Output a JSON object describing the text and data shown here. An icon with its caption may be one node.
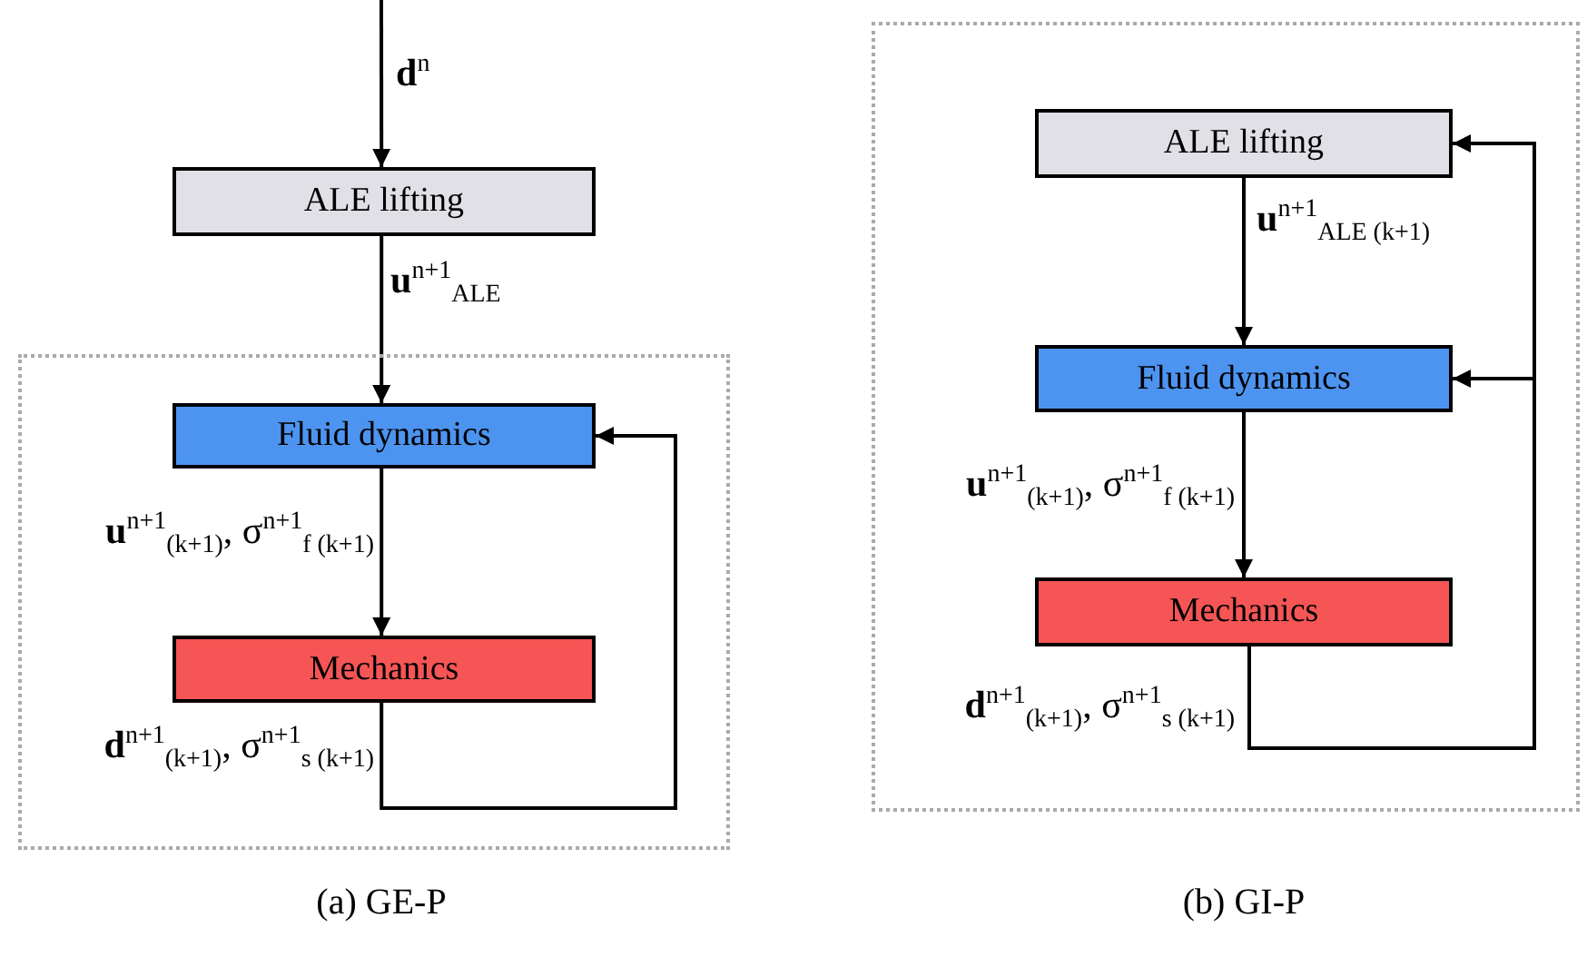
{
  "diagram": {
    "nodes": [
      {
        "text": [
          "ALE lifting"
        ]
      },
      {
        "text": [],
        "shape": "box"
      },
      {
        "text": [
          "Fluid dynamics"
        ],
        "in": 1
      },
      {
        "text": [
          "Mechanics"
        ],
        "in": 1
      },
      {
        "text": [],
        "shape": "box"
      },
      {
        "text": [
          "ALE lifting"
        ],
        "in": 4
      },
      {
        "text": [
          "Fluid dynamics"
        ],
        "in": 4
      },
      {
        "text": [
          "Mechanics"
        ],
        "in": 4
      }
    ],
    "edges": [
      {
        "from": null,
        "to": 0,
        "arrow": "to",
        "label": "**d**$^{n}$"
      },
      {
        "from": 0,
        "to": 2,
        "arrow": "to",
        "label": "**u**$^{n+1}$$_{ALE}$"
      },
      {
        "from": 2,
        "to": 3,
        "arrow": "to",
        "label": "**u**$^{n+1}$$_{(k+1)}$, σ$^{n+1}$$_{f (k+1)}$"
      },
      {
        "from": 3,
        "to": 2,
        "arrow": "to",
        "label": "**d**$^{n+1}$$_{(k+1)}$, σ$^{n+1}$$_{s (k+1)}$"
      },
      {
        "from": 5,
        "to": 6,
        "arrow": "to",
        "label": "**u**$^{n+1}$$_{ALE (k+1)}$"
      },
      {
        "from": 6,
        "to": 7,
        "arrow": "to",
        "label": "**u**$^{n+1}$$_{(k+1)}$, σ$^{n+1}$$_{f (k+1)}$"
      },
      {
        "from": 7,
        "to": 6,
        "arrow": "to",
        "label": "**d**$^{n+1}$$_{(k+1)}$, σ$^{n+1}$$_{s (k+1)}$"
      },
      {
        "from": 7,
        "to": 5,
        "arrow": "to"
      }
    ],
    "labels": [
      "(a) GE-P",
      "(b) GI-P"
    ]
  }
}
